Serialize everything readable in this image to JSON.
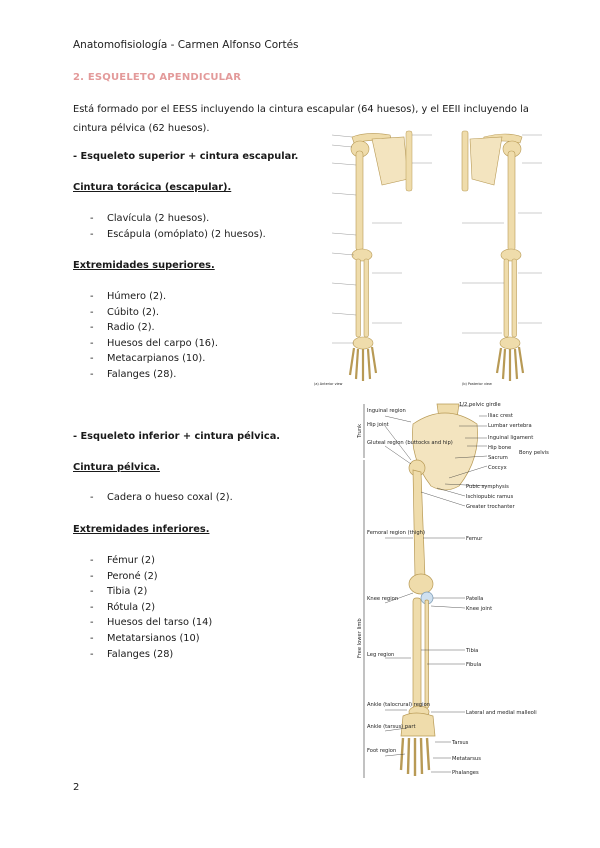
{
  "header": {
    "text": "Anatomofisiología - Carmen Alfonso Cortés"
  },
  "section": {
    "title": "2. ESQUELETO APENDICULAR"
  },
  "intro": {
    "text": "Está formado por el EESS incluyendo la cintura escapular (64 huesos), y el EEII incluyendo la cintura pélvica (62 huesos)."
  },
  "upper": {
    "heading": "- Esqueleto superior + cintura escapular.",
    "girdle_title": "Cintura torácica (escapular).",
    "girdle_items": [
      "Clavícula (2 huesos).",
      "Escápula (omóplato) (2 huesos)."
    ],
    "limb_title": "Extremidades superiores.",
    "limb_items": [
      "Húmero (2).",
      "Cúbito (2).",
      "Radio (2).",
      "Huesos del carpo (16).",
      "Metacarpianos (10).",
      "Falanges (28)."
    ]
  },
  "lower": {
    "heading": "- Esqueleto inferior + cintura pélvica.",
    "girdle_title": "Cintura pélvica.",
    "girdle_items": [
      "Cadera o hueso coxal (2)."
    ],
    "limb_title": "Extremidades inferiores.",
    "limb_items": [
      "Fémur (2)",
      "Peroné (2)",
      "Tibia (2)",
      "Rótula (2)",
      "Huesos del tarso (14)",
      "Metatarsianos (10)",
      "Falanges (28)"
    ]
  },
  "figure_lower": {
    "labels_left": [
      "Inguinal region",
      "Hip joint",
      "Gluteal region (buttocks and hip)",
      "Femoral region (thigh)",
      "Knee region",
      "Leg region",
      "Ankle (talocrural) region",
      "Ankle (tarsus) part",
      "Foot region"
    ],
    "labels_right": [
      "1/2 pelvic girdle",
      "Iliac crest",
      "Lumbar vertebra",
      "Inguinal ligament",
      "Hip bone",
      "Sacrum",
      "Coccyx",
      "Bony pelvis",
      "Pubic symphysis",
      "Ischiopubic ramus",
      "Greater trochanter",
      "Femur",
      "Patella",
      "Knee joint",
      "Tibia",
      "Fibula",
      "Lateral and medial malleoli",
      "Tarsus",
      "Metatarsus",
      "Phalanges"
    ],
    "side_labels": [
      "Trunk",
      "Free lower limb"
    ]
  },
  "figure_upper": {
    "caption_left": "(a) Anterior view",
    "caption_right": "(b) Posterior view"
  },
  "page": {
    "number": "2"
  }
}
